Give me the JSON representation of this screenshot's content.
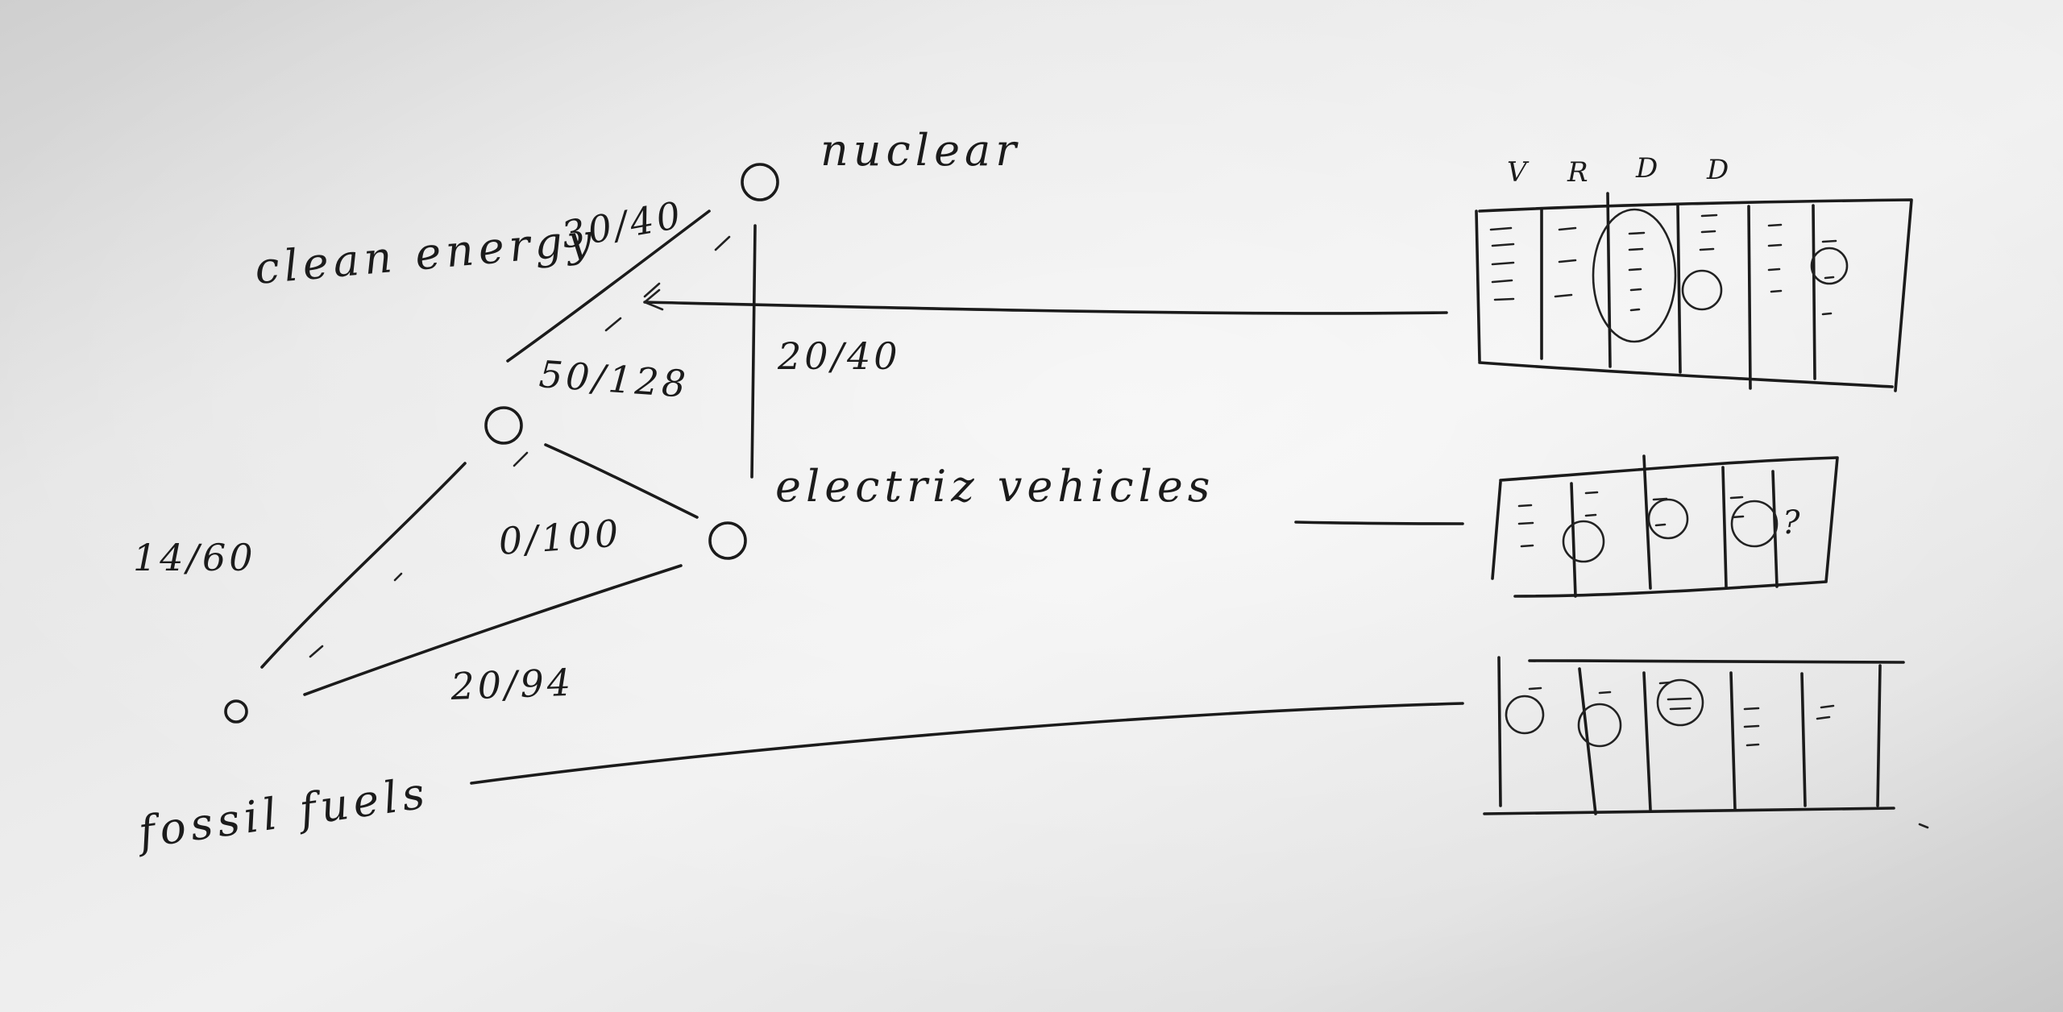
{
  "colors": {
    "ink": "#1b1b1b",
    "paper_light": "#f1f1f1",
    "paper_dark": "#c4c4c4"
  },
  "nodes": [
    {
      "id": "clean-energy",
      "label": "clean energy",
      "score": "30/40"
    },
    {
      "id": "nuclear",
      "label": "nuclear"
    },
    {
      "id": "electric-vehicles",
      "label": "electriz vehicles"
    },
    {
      "id": "fossil-fuels",
      "label": "fossil fuels",
      "score": "14/60"
    }
  ],
  "edges": [
    {
      "id": "clean-to-nuclear",
      "label": "50/128"
    },
    {
      "id": "nuclear-to-ev",
      "label": "20/40"
    },
    {
      "id": "clean-to-ev",
      "label": "0/100"
    },
    {
      "id": "fossil-to-ev",
      "label": "20/94"
    },
    {
      "id": "fossil-to-clean",
      "label": ""
    }
  ],
  "tables": [
    {
      "id": "table-1",
      "column_headers": [
        "V",
        "R",
        "D",
        "D"
      ],
      "columns": 6
    },
    {
      "id": "table-2",
      "columns": 5,
      "note": "?"
    },
    {
      "id": "table-3",
      "columns": 5
    }
  ],
  "icons": [
    "node-circle-icon",
    "circled-mark-icon"
  ]
}
